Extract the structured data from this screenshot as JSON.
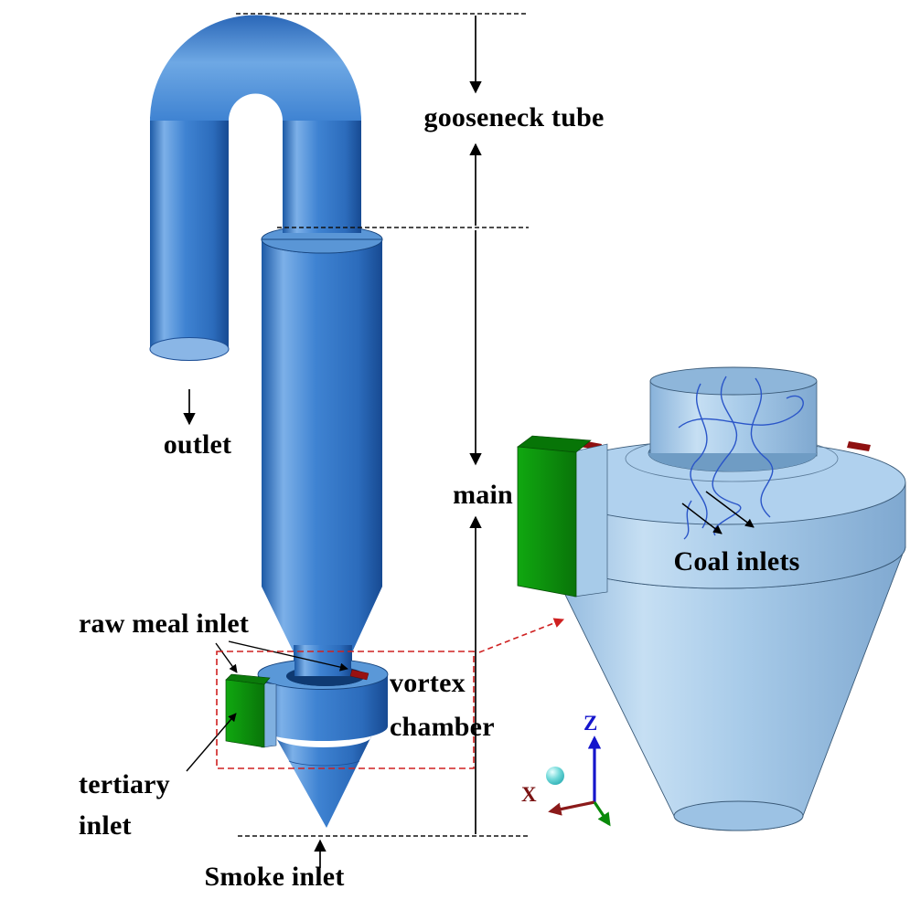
{
  "figure": {
    "labels": {
      "gooseneck_tube": "gooseneck tube",
      "outlet": "outlet",
      "main": "main",
      "raw_meal_inlet": "raw meal inlet",
      "vortex_chamber": "vortex chamber",
      "tertiary_inlet": "tertiary inlet",
      "smoke_inlet": "Smoke inlet",
      "coal_inlets": "Coal inlets"
    },
    "axis_triad": {
      "z": "Z",
      "x": "X"
    },
    "colors": {
      "body_blue": "#3f83d2",
      "zoom_light_blue": "#a8cbe9",
      "inlet_green": "#0c8c0c",
      "annotation_red": "#cf2020",
      "axis_z_blue": "#1515cc",
      "axis_x_red": "#7a1212",
      "streamline_blue": "#2a55c8",
      "raw_meal_port_red": "#991111"
    }
  }
}
